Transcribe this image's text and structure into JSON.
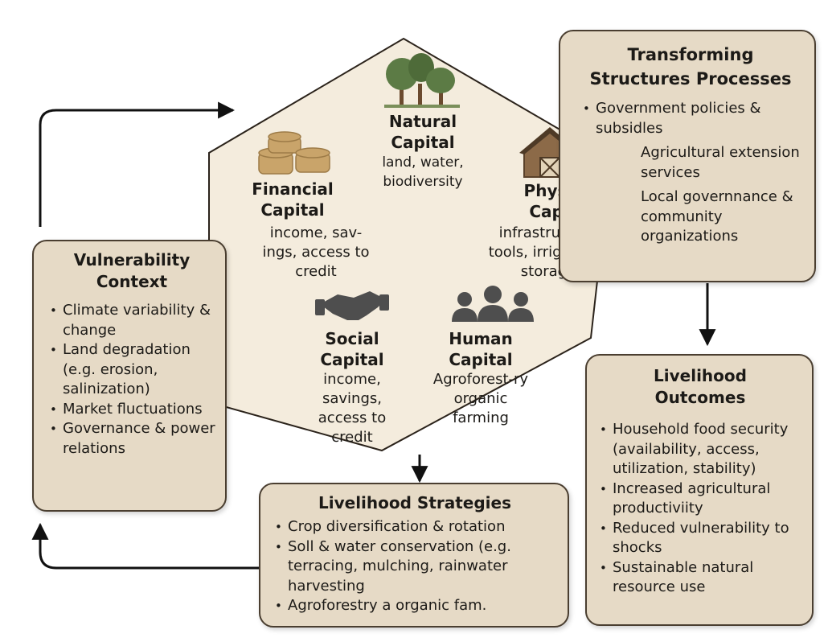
{
  "assets": {
    "title": "",
    "natural": {
      "title": "Natural Capital",
      "desc": "land, water, biodiversity",
      "icon": "tree-icon"
    },
    "financial": {
      "title": "Financial Capital",
      "desc": "income, sav-ings, access to credit",
      "icon": "coins-icon"
    },
    "physical": {
      "title": "Physical Capital",
      "desc": "infrastructure tools, irriga-tion, storage",
      "icon": "barn-icon"
    },
    "social": {
      "title": "Social Capital",
      "desc": "income, savings, access to credit",
      "icon": "handshake-icon"
    },
    "human": {
      "title": "Human Capital",
      "desc": "Agroforest-ry organic farming",
      "icon": "people-icon"
    }
  },
  "vulnerability": {
    "title": "Vulnerability Context",
    "items": [
      "Climate variability & change",
      "Land degradation (e.g. erosion, salinization)",
      "Market fluctuations",
      "Governance & power relations"
    ]
  },
  "structures": {
    "title": "Transforming Structures Processes",
    "items": [
      "Government policies & subsidles",
      "Agricultural extension services",
      "Local governnance & community organizations"
    ]
  },
  "strategies": {
    "title": "Livelihood Strategies",
    "items": [
      "Crop diversification & rotation",
      "Soll & water conservation (e.g. terracing, mulching, rainwater harvesting",
      "Agroforestry a organic fam."
    ]
  },
  "outcomes": {
    "title": "Livelihood Outcomes",
    "items": [
      "Household food security (availability, access, utilization, stability)",
      "Increased agricultural productiviity",
      "Reduced vulnerability to shocks",
      "Sustainable natural resource use"
    ]
  },
  "colors": {
    "box_fill": "#e6dac6",
    "border": "#4a3e30",
    "pentagon_fill": "#f4ecdd",
    "icon_gray": "#4e4e4e",
    "tree_green": "#5c7b45",
    "coin": "#c9a46a",
    "barn": "#8c6a48"
  }
}
